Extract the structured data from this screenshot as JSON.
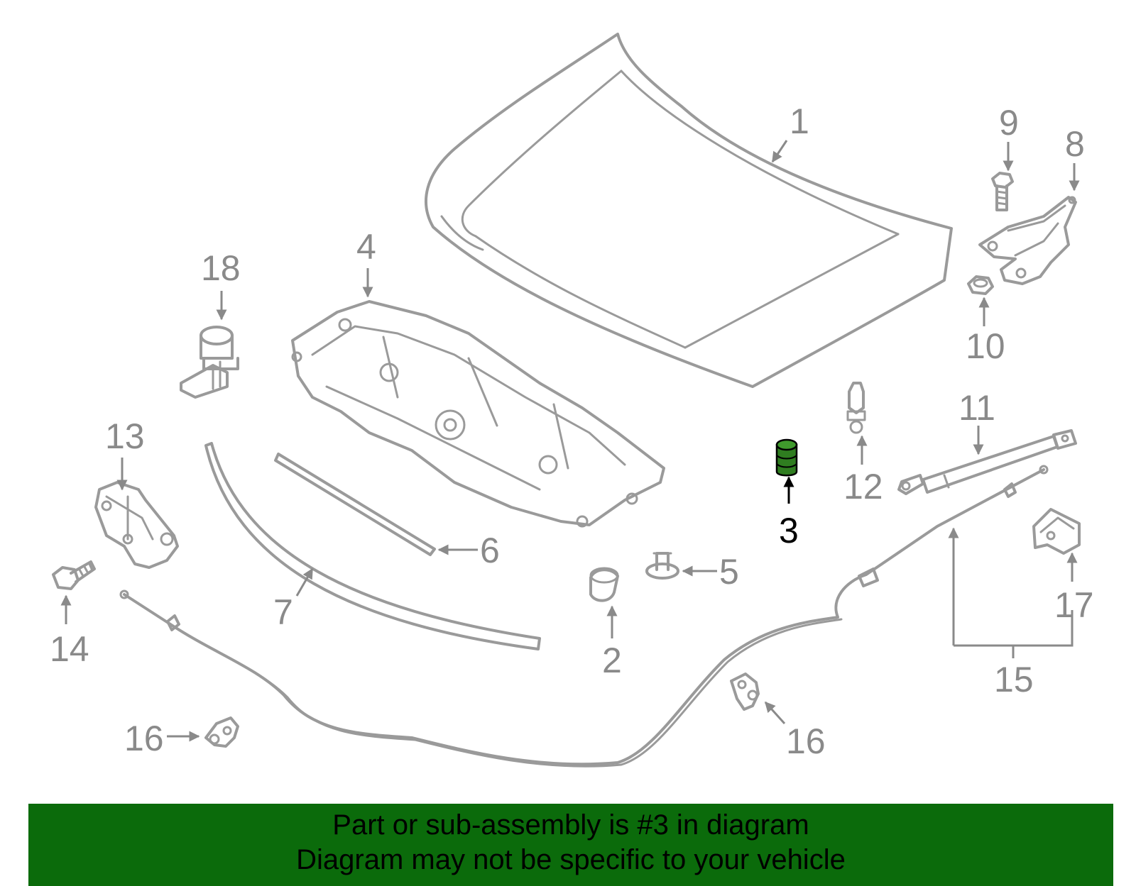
{
  "colors": {
    "part_stroke": "#9a9a9a",
    "highlight_part": "#2f7d20",
    "banner_background": "#0b6b0b",
    "highlight_label": "#000000"
  },
  "callouts": {
    "c1": "1",
    "c2": "2",
    "c3": "3",
    "c4": "4",
    "c5": "5",
    "c6": "6",
    "c7": "7",
    "c8": "8",
    "c9": "9",
    "c10": "10",
    "c11": "11",
    "c12": "12",
    "c13": "13",
    "c14": "14",
    "c15": "15",
    "c16a": "16",
    "c16b": "16",
    "c17": "17",
    "c18": "18"
  },
  "banner": {
    "line1": "Part or sub-assembly is #3 in diagram",
    "line2": "Diagram may not be specific to your vehicle"
  }
}
